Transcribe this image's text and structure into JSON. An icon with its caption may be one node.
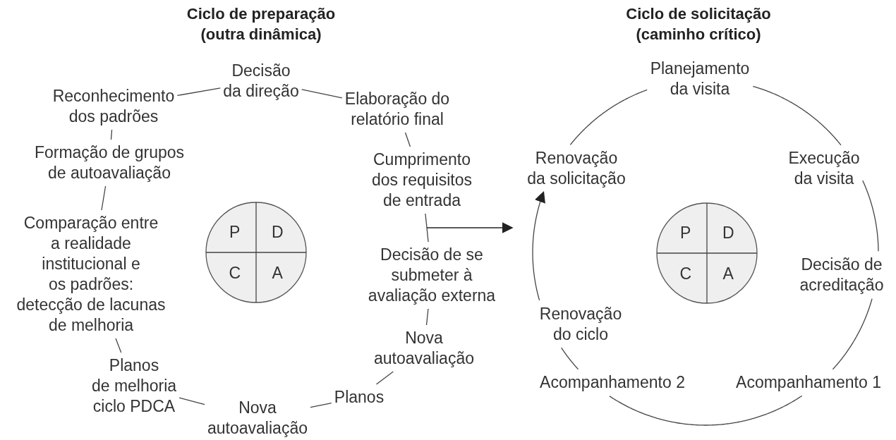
{
  "diagram": {
    "nodes": [
      {
        "text": [
          "Decisão da direção"
        ]
      },
      {
        "text": [
          "Reconhecimento dos padrões"
        ]
      },
      {
        "text": [
          "Elaboração do relatório final"
        ]
      },
      {
        "text": [
          "Formação de grupos de autoavaliação"
        ]
      },
      {
        "text": [
          "Cumprimento dos requisitos de entrada"
        ]
      },
      {
        "text": [
          "Comparação entre a realidade institucional e os padrões: detecção de lacunas de melhoria"
        ]
      },
      {
        "text": [
          "P",
          "D",
          "C",
          "A"
        ]
      },
      {
        "text": [
          "Decisão de se submeter à avaliação externa"
        ]
      },
      {
        "text": [
          "Nova autoavaliação"
        ]
      },
      {
        "text": [
          "Planos de melhoria ciclo PDCA"
        ]
      },
      {
        "text": [
          "Planos"
        ]
      },
      {
        "text": [
          "Nova autoavaliação"
        ]
      },
      {
        "text": [
          "Planejamento da visita"
        ]
      },
      {
        "text": [
          "Renovação da solicitação"
        ]
      },
      {
        "text": [
          "Execução da visita"
        ]
      },
      {
        "text": [
          "P",
          "D",
          "C",
          "A"
        ]
      },
      {
        "text": [
          "Renovação do ciclo"
        ]
      },
      {
        "text": [
          "Decisão de acreditação"
        ]
      },
      {
        "text": [
          "Acompanhamento 2"
        ]
      },
      {
        "text": [
          "Acompanhamento 1"
        ]
      }
    ],
    "edges": [
      {
        "from": 1,
        "to": 0,
        "arrow": "none"
      },
      {
        "from": 0,
        "to": 2,
        "arrow": "none"
      },
      {
        "from": 2,
        "to": 4,
        "arrow": "none"
      },
      {
        "from": 4,
        "to": 7,
        "arrow": "none"
      },
      {
        "from": 7,
        "to": 8,
        "arrow": "none"
      },
      {
        "from": 8,
        "to": 10,
        "arrow": "none"
      },
      {
        "from": 10,
        "to": 11,
        "arrow": "none"
      },
      {
        "from": 11,
        "to": 9,
        "arrow": "none"
      },
      {
        "from": 9,
        "to": 5,
        "arrow": "none"
      },
      {
        "from": 5,
        "to": 3,
        "arrow": "none"
      },
      {
        "from": 3,
        "to": 1,
        "arrow": "none"
      },
      {
        "from": 13,
        "to": 12,
        "arrow": "none"
      },
      {
        "from": 12,
        "to": 14,
        "arrow": "none"
      },
      {
        "from": 14,
        "to": 17,
        "arrow": "none"
      },
      {
        "from": 17,
        "to": 19,
        "arrow": "none"
      },
      {
        "from": 19,
        "to": 18,
        "arrow": "none"
      },
      {
        "from": 18,
        "to": 16,
        "arrow": "none"
      },
      {
        "from": 16,
        "to": 13,
        "arrow": "to"
      }
    ],
    "labels": [
      "Ciclo de preparação (outra dinâmica)",
      "Ciclo de solicitação (caminho crítico)"
    ]
  }
}
